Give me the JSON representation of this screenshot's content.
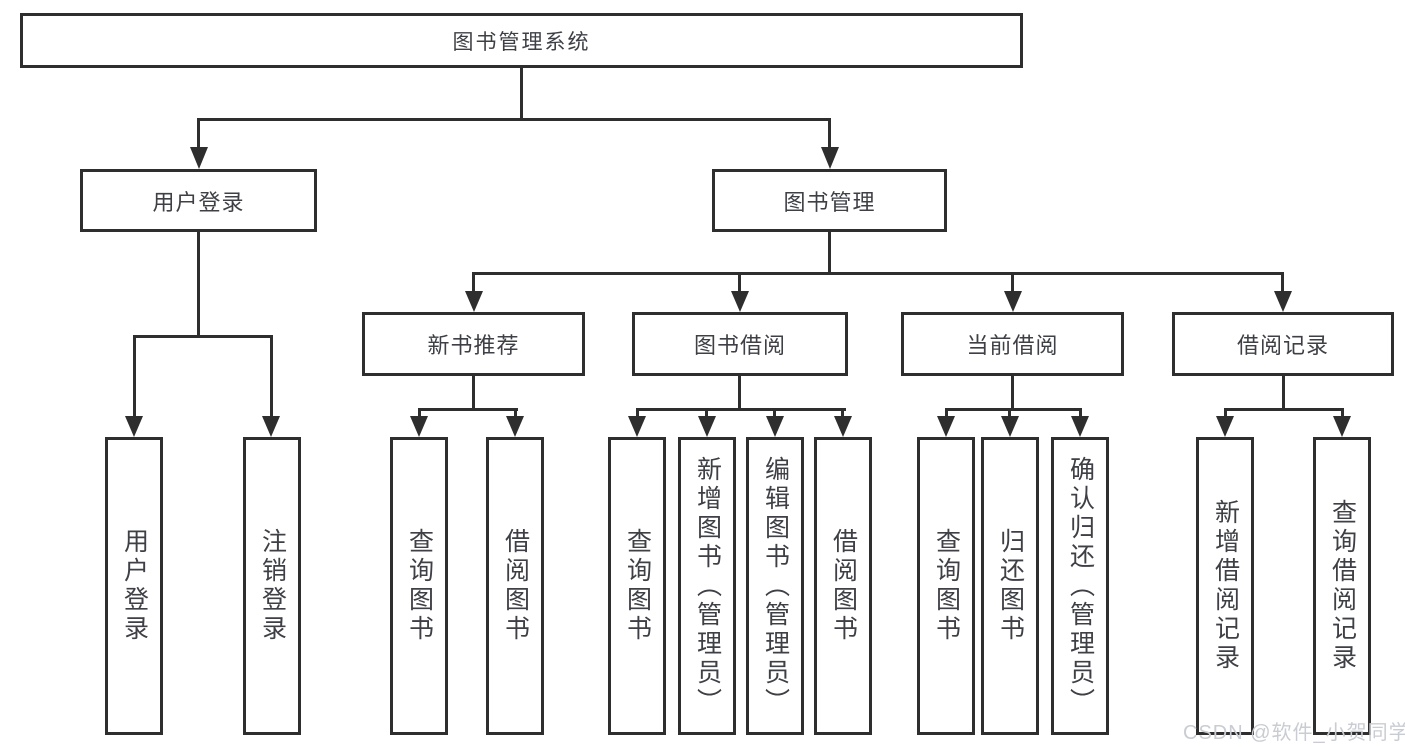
{
  "diagram": {
    "root": {
      "label": "图书管理系统"
    },
    "level2": [
      {
        "label": "用户登录"
      },
      {
        "label": "图书管理"
      }
    ],
    "level3": [
      {
        "label": "新书推荐"
      },
      {
        "label": "图书借阅"
      },
      {
        "label": "当前借阅"
      },
      {
        "label": "借阅记录"
      }
    ],
    "leaves": {
      "login": [
        "用户登录",
        "注销登录"
      ],
      "newbook": [
        "查询图书",
        "借阅图书"
      ],
      "borrow": [
        "查询图书",
        "新增图书（管理员）",
        "编辑图书（管理员）",
        "借阅图书"
      ],
      "current": [
        "查询图书",
        "归还图书",
        "确认归还（管理员）"
      ],
      "records": [
        "新增借阅记录",
        "查询借阅记录"
      ]
    }
  },
  "watermark": {
    "text": "CSDN @软件_小贺同学"
  },
  "colors": {
    "border": "#2e2e2e",
    "text": "#3e4046",
    "bg": "#ffffff",
    "watermark": "#c9ccd2"
  }
}
